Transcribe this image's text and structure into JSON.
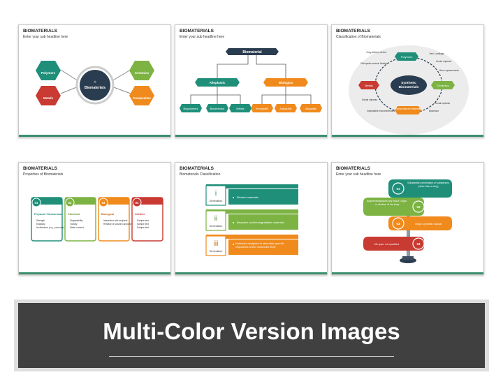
{
  "colors": {
    "green": "#3b9a6a",
    "red": "#c83a32",
    "orange": "#f08a1c",
    "lime": "#7cb342",
    "navy": "#2a3c4f",
    "teal": "#1f8f7a"
  },
  "slides": [
    {
      "title": "BIOMATERIALS",
      "subtitle": "Enter your sub headline here",
      "center": "Biomaterials",
      "items": [
        "Polymers",
        "Metals",
        "Ceramics",
        "Composites"
      ]
    },
    {
      "title": "BIOMATERIALS",
      "subtitle": "Enter your sub headline here",
      "root": "Biomaterial",
      "left_group": "Alloplastic",
      "right_group": "Biologics",
      "left_leaves": [
        "Biopolymers",
        "Bioceramics",
        "Metals"
      ],
      "right_leaves": [
        "Xenografts",
        "Autografts",
        "Allografts"
      ]
    },
    {
      "title": "BIOMATERIALS",
      "subtitle": "Classification of Biomaterials",
      "center": [
        "Synthetic",
        "Biomaterials"
      ],
      "nodes": [
        "Polymers",
        "Ceramics",
        "Semiconductor Materials",
        "Metals"
      ],
      "labels": [
        "Drug delivery device",
        "Orthopedic screws/ fixation",
        "Vein / cartilage",
        "Ocular implants",
        "Bone replacements",
        "Dental implants",
        "Dental implants",
        "Implantable microelectrodes",
        "Biosensor"
      ]
    },
    {
      "title": "BIOMATERIALS",
      "subtitle": "Properties of Biomaterials",
      "cards": [
        {
          "num": "01",
          "head": "Physical / Mechanical",
          "bullets": [
            "Strength",
            "Elasticity",
            "Architecture (e.g., pore size)"
          ]
        },
        {
          "num": "02",
          "head": "Chemical",
          "bullets": [
            "Degradability",
            "Toxicity",
            "Water content"
          ]
        },
        {
          "num": "03",
          "head": "Biological",
          "bullets": [
            "Interaction with recipient",
            "Release of soluble components"
          ]
        },
        {
          "num": "04",
          "head": "Lifetime",
          "bullets": [
            "Sample text",
            "Sample text",
            "Sample text"
          ]
        }
      ]
    },
    {
      "title": "BIOMATERIALS",
      "subtitle": "Biomaterials Classification",
      "rows": [
        {
          "numeral": "i",
          "gen": "Generation",
          "text": "Bioinert materials"
        },
        {
          "numeral": "ii",
          "gen": "Generation",
          "text": "Bioactive and biodegradable materials"
        },
        {
          "numeral": "iii",
          "gen": "Generation",
          "text": "Materials designed to stimulate specific responses at the molecular level"
        }
      ]
    },
    {
      "title": "BIOMATERIALS",
      "subtitle": "Enter your sub headline here",
      "signs": [
        {
          "num": "01",
          "text": "Substantial combination of substances (other than a drug)"
        },
        {
          "num": "02",
          "text": "Augments/replaces any tissue, organ, or function of the body"
        },
        {
          "num": "03",
          "text": "Origin: synthetic/ natural"
        },
        {
          "num": "04",
          "text": "Life span: not specified"
        }
      ]
    }
  ],
  "banner": {
    "title": "Multi-Color Version Images"
  }
}
